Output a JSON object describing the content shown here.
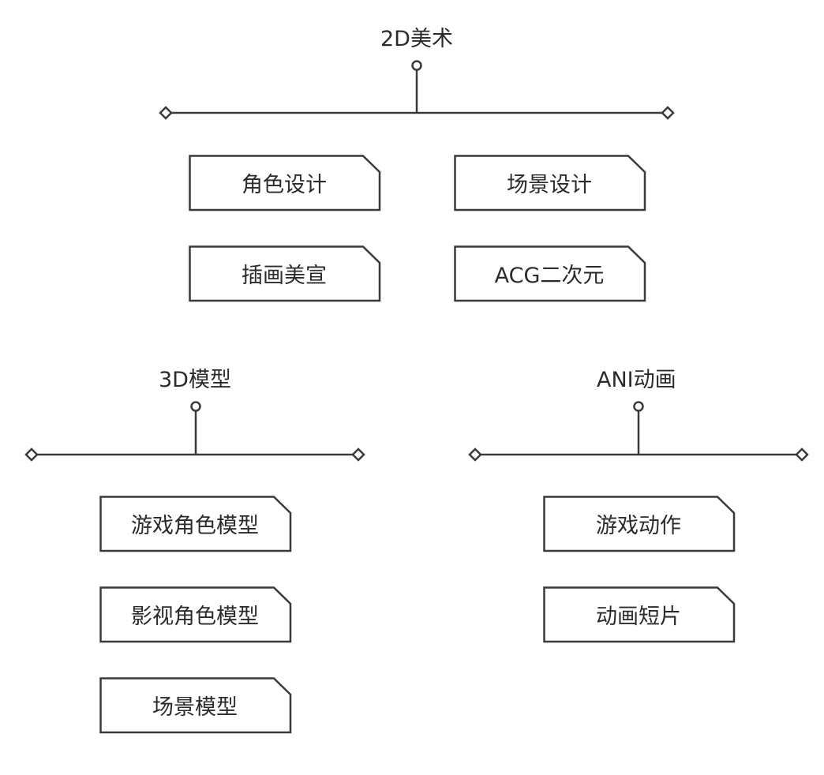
{
  "groups": [
    {
      "title": "2D美术",
      "items": [
        "角色设计",
        "场景设计",
        "插画美宣",
        "ACG二次元"
      ]
    },
    {
      "title": "3D模型",
      "items": [
        "游戏角色模型",
        "影视角色模型",
        "场景模型"
      ]
    },
    {
      "title": "ANI动画",
      "items": [
        "游戏动作",
        "动画短片"
      ]
    }
  ],
  "colors": {
    "stroke": "#3a3a3a",
    "text": "#2b2b2b",
    "background": "#ffffff"
  }
}
